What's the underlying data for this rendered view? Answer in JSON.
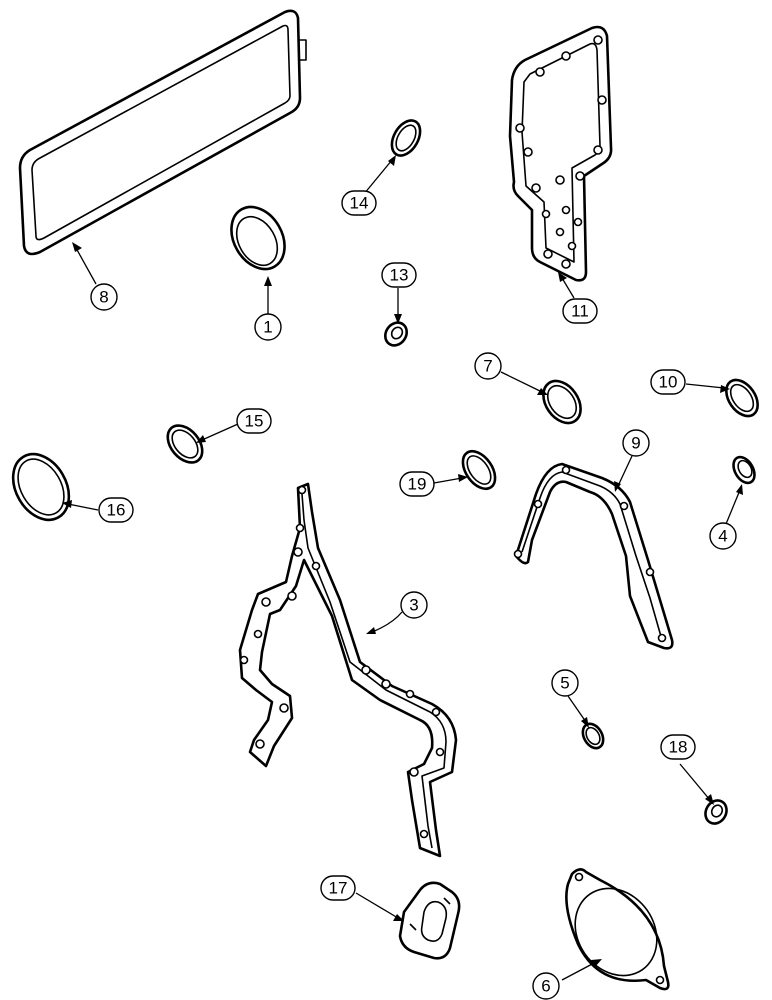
{
  "callouts": [
    {
      "id": "c1",
      "label": "1"
    },
    {
      "id": "c3",
      "label": "3"
    },
    {
      "id": "c4",
      "label": "4"
    },
    {
      "id": "c5",
      "label": "5"
    },
    {
      "id": "c6",
      "label": "6"
    },
    {
      "id": "c7",
      "label": "7"
    },
    {
      "id": "c8",
      "label": "8"
    },
    {
      "id": "c9",
      "label": "9"
    },
    {
      "id": "c10",
      "label": "10"
    },
    {
      "id": "c11",
      "label": "11"
    },
    {
      "id": "c13",
      "label": "13"
    },
    {
      "id": "c14",
      "label": "14"
    },
    {
      "id": "c15",
      "label": "15"
    },
    {
      "id": "c16",
      "label": "16"
    },
    {
      "id": "c17",
      "label": "17"
    },
    {
      "id": "c18",
      "label": "18"
    },
    {
      "id": "c19",
      "label": "19"
    }
  ]
}
